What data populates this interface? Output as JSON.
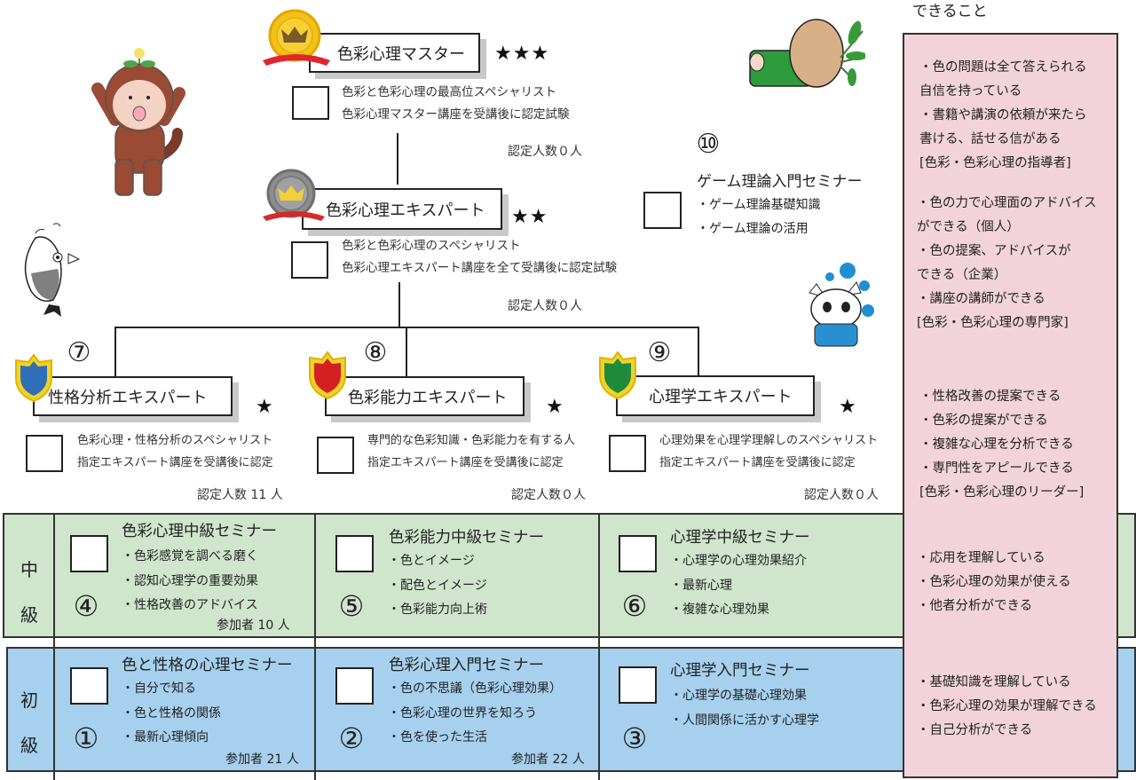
{
  "abilities": {
    "header": "できること",
    "groups": [
      {
        "lines": [
          "・色の問題は全て答えられる",
          "自信を持っている",
          "・書籍や講演の依頼が来たら",
          "書ける、話せる信がある",
          "[色彩・色彩心理の指導者]"
        ]
      },
      {
        "lines": [
          "・色の力で心理面のアドバイス",
          "ができる（個人）",
          "・色の提案、アドバイスが",
          "できる（企業）",
          "・講座の講師ができる",
          "[色彩・色彩心理の専門家]"
        ]
      },
      {
        "lines": [
          " ・性格改善の提案できる",
          " ・色彩の提案ができる",
          " ・複雑な心理を分析できる",
          " ・専門性をアピールできる",
          " [色彩・色彩心理のリーダー]"
        ]
      },
      {
        "lines": [
          "・応用を理解している",
          "・色彩心理の効果が使える",
          "・他者分析ができる"
        ]
      },
      {
        "lines": [
          "・基礎知識を理解している",
          "・色彩心理の効果が理解できる",
          "・自己分析ができる"
        ]
      }
    ]
  },
  "master": {
    "title": "色彩心理マスター",
    "stars": "★★★",
    "medal": "gold",
    "desc": [
      "色彩と色彩心理の最高位スペシャリスト",
      "色彩心理マスター講座を受講後に認定試験"
    ],
    "count": "認定人数０人"
  },
  "expert": {
    "title": "色彩心理エキスパート",
    "stars": "★★",
    "medal": "silver",
    "desc": [
      "色彩と色彩心理のスペシャリスト",
      "色彩心理エキスパート講座を全て受講後に認定試験"
    ],
    "count": "認定人数０人"
  },
  "game_seminar": {
    "number": "⑩",
    "title": "ゲーム理論入門セミナー",
    "items": [
      "・ゲーム理論基礎知識",
      "・ゲーム理論の活用"
    ]
  },
  "specialists": [
    {
      "number": "⑦",
      "title": "性格分析エキスパート",
      "stars": "★",
      "shield_color": "#2f6fb8",
      "desc": [
        "色彩心理・性格分析のスペシャリスト",
        "指定エキスパート講座を受講後に認定"
      ],
      "count": "認定人数 11 人"
    },
    {
      "number": "⑧",
      "title": "色彩能力エキスパート",
      "stars": "★",
      "shield_color": "#d42020",
      "desc": [
        "専門的な色彩知識・色彩能力を有する人",
        "指定エキスパート講座を受講後に認定"
      ],
      "count": "認定人数０人"
    },
    {
      "number": "⑨",
      "title": "心理学エキスパート",
      "stars": "★",
      "shield_color": "#1f8a3a",
      "desc": [
        "心理効果を心理学理解しのスペシャリスト",
        "指定エキスパート講座を受講後に認定"
      ],
      "count": "認定人数０人"
    }
  ],
  "levels": {
    "intermediate": {
      "label": [
        "中",
        "級"
      ],
      "seminars": [
        {
          "number": "④",
          "title": "色彩心理中級セミナー",
          "items": [
            "・色彩感覚を調べる磨く",
            "・認知心理学の重要効果",
            "・性格改善のアドバイス"
          ],
          "count": "参加者 10 人"
        },
        {
          "number": "⑤",
          "title": "色彩能力中級セミナー",
          "items": [
            "・色とイメージ",
            "・配色とイメージ",
            "・色彩能力向上術"
          ],
          "count": ""
        },
        {
          "number": "⑥",
          "title": "心理学中級セミナー",
          "items": [
            "・心理学の心理効果紹介",
            "・最新心理",
            "・複雑な心理効果"
          ],
          "count": ""
        }
      ]
    },
    "beginner": {
      "label": [
        "初",
        "級"
      ],
      "seminars": [
        {
          "number": "①",
          "title": "色と性格の心理セミナー",
          "items": [
            "・自分で知る",
            "・色と性格の関係",
            "・最新心理傾向"
          ],
          "count": "参加者 21 人"
        },
        {
          "number": "②",
          "title": "色彩心理入門セミナー",
          "items": [
            "・色の不思議（色彩心理効果）",
            "・色彩心理の世界を知ろう",
            "・色を使った生活"
          ],
          "count": "参加者 22 人"
        },
        {
          "number": "③",
          "title": "心理学入門セミナー",
          "items": [
            "・心理学の基礎心理効果",
            "・人間関係に活かす心理学"
          ],
          "count": ""
        }
      ]
    }
  },
  "colors": {
    "intermediate_bg": "#cfe5cc",
    "beginner_bg": "#a6d0ee",
    "abilities_bg": "#f2d3db"
  }
}
